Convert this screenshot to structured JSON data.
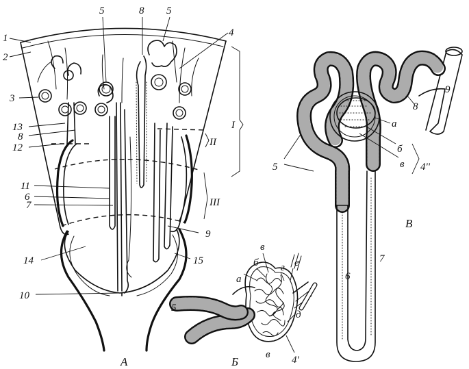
{
  "panels": {
    "a": "А",
    "b": "Б",
    "c": "В"
  },
  "labels_a": {
    "n1": "1",
    "n2": "2",
    "n3": "3",
    "n4": "4",
    "n5a": "5",
    "n5b": "5",
    "n8top": "8",
    "n13": "13",
    "n8left": "8",
    "n12": "12",
    "n11": "11",
    "n6": "6",
    "n7": "7",
    "n9": "9",
    "n14": "14",
    "n15": "15",
    "n10": "10",
    "zoneI": "I",
    "zoneII": "II",
    "zoneIII": "III"
  },
  "labels_b": {
    "a": "а",
    "b": "б",
    "v_top": "в",
    "g": "г",
    "e": "е",
    "d": "д",
    "n5": "5",
    "n4p": "4'",
    "v_bot": "в"
  },
  "labels_c": {
    "n9": "9",
    "n8": "8",
    "a": "а",
    "b": "б",
    "v": "в",
    "n4pp": "4''",
    "n5": "5",
    "n6": "6",
    "n7": "7"
  }
}
